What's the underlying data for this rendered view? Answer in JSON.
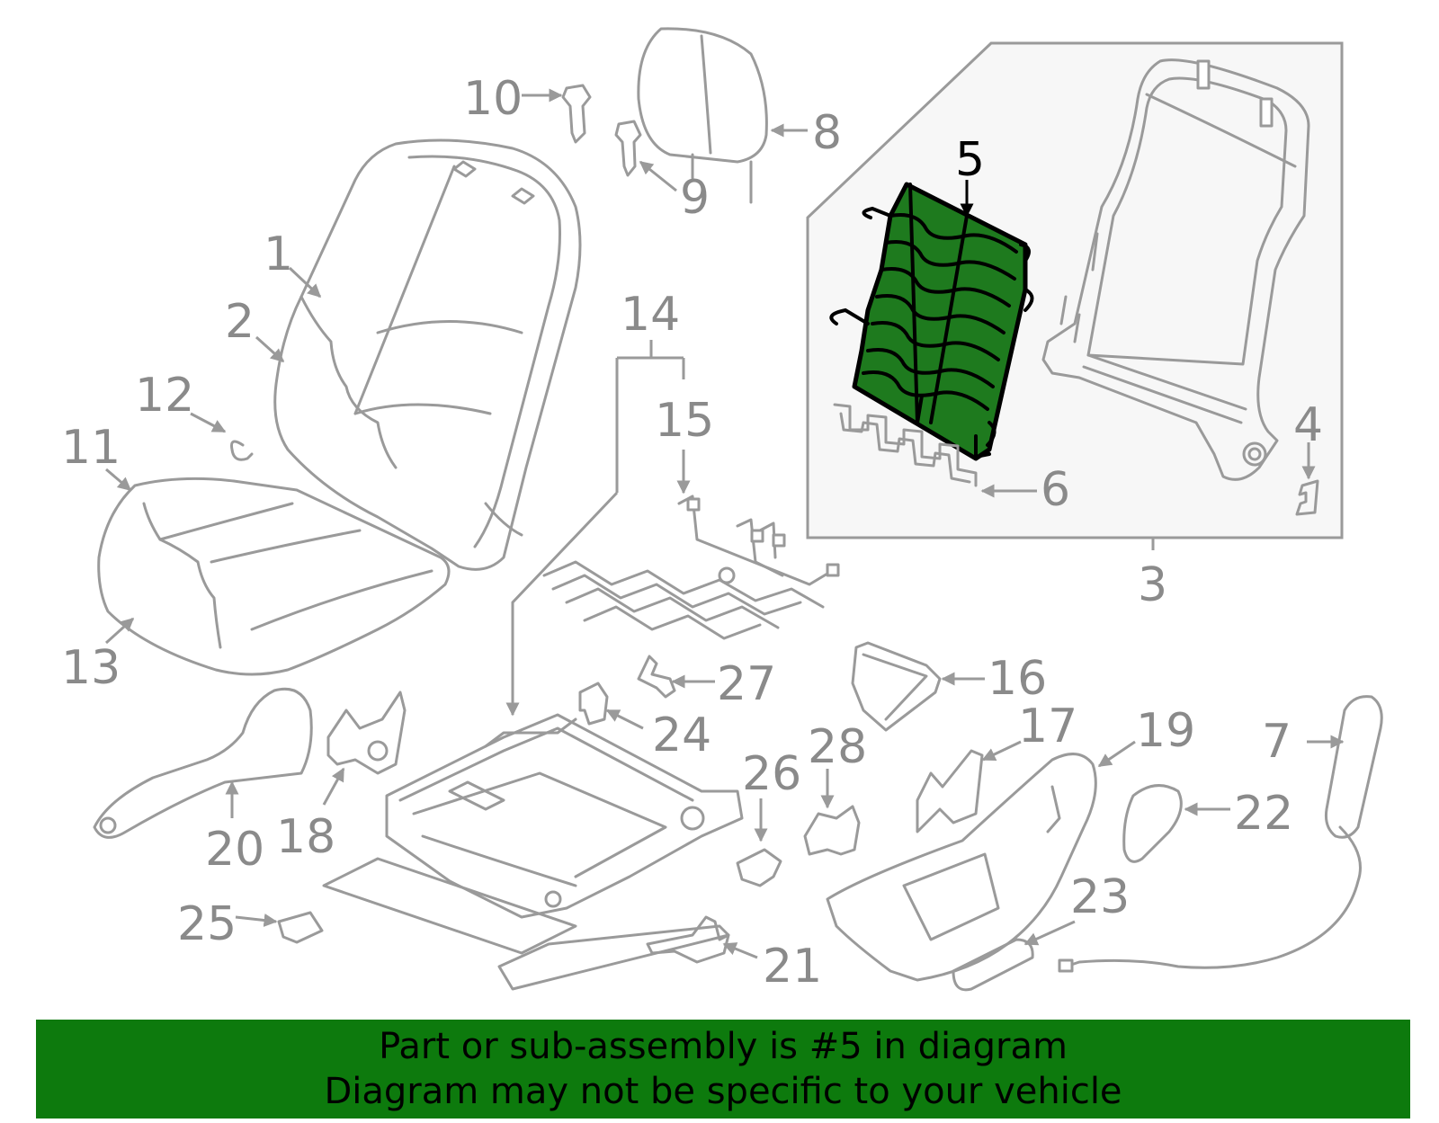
{
  "colors": {
    "line": "#9a9a9a",
    "label": "#8a8a8a",
    "highlight_fill": "#1e7a1e",
    "highlight_stroke": "#000000",
    "inset_bg": "#f7f7f7",
    "banner_bg": "#0d7a0d"
  },
  "highlighted_part": "5",
  "callouts": [
    {
      "id": "1",
      "text": "1"
    },
    {
      "id": "2",
      "text": "2"
    },
    {
      "id": "3",
      "text": "3"
    },
    {
      "id": "4",
      "text": "4"
    },
    {
      "id": "5",
      "text": "5"
    },
    {
      "id": "6",
      "text": "6"
    },
    {
      "id": "7",
      "text": "7"
    },
    {
      "id": "8",
      "text": "8"
    },
    {
      "id": "9",
      "text": "9"
    },
    {
      "id": "10",
      "text": "10"
    },
    {
      "id": "11",
      "text": "11"
    },
    {
      "id": "12",
      "text": "12"
    },
    {
      "id": "13",
      "text": "13"
    },
    {
      "id": "14",
      "text": "14"
    },
    {
      "id": "15",
      "text": "15"
    },
    {
      "id": "16",
      "text": "16"
    },
    {
      "id": "17",
      "text": "17"
    },
    {
      "id": "18",
      "text": "18"
    },
    {
      "id": "19",
      "text": "19"
    },
    {
      "id": "20",
      "text": "20"
    },
    {
      "id": "21",
      "text": "21"
    },
    {
      "id": "22",
      "text": "22"
    },
    {
      "id": "23",
      "text": "23"
    },
    {
      "id": "24",
      "text": "24"
    },
    {
      "id": "25",
      "text": "25"
    },
    {
      "id": "26",
      "text": "26"
    },
    {
      "id": "27",
      "text": "27"
    },
    {
      "id": "28",
      "text": "28"
    }
  ],
  "banner": {
    "line1": "Part or sub-assembly is #5 in diagram",
    "line2": "Diagram may not be specific to your vehicle"
  }
}
